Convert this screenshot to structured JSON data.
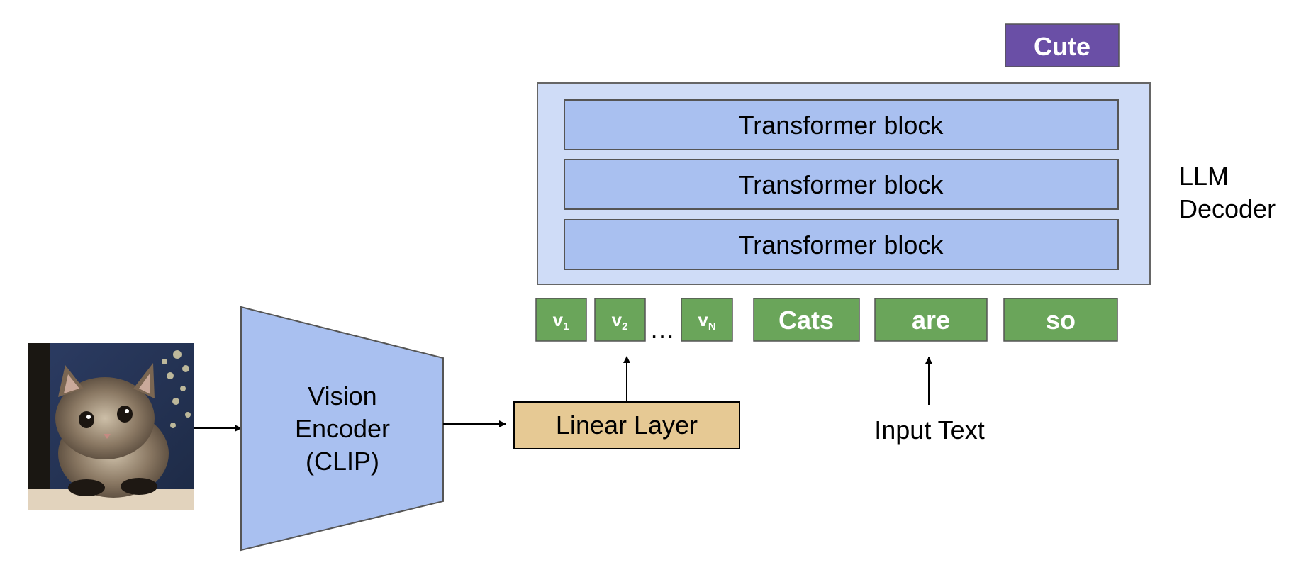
{
  "colors": {
    "block_fill": "#a9c0f0",
    "container_fill": "#cfdcf7",
    "token_fill": "#6aa55a",
    "output_fill": "#6a4fa6",
    "linear_fill": "#e6c994",
    "stroke": "#555555",
    "arrow": "#000000"
  },
  "image": {
    "subject": "kitten photo"
  },
  "encoder": {
    "line1": "Vision",
    "line2": "Encoder",
    "line3": "(CLIP)"
  },
  "linear": {
    "label": "Linear Layer"
  },
  "decoder": {
    "label_line1": "LLM",
    "label_line2": "Decoder",
    "blocks": [
      "Transformer block",
      "Transformer block",
      "Transformer block"
    ]
  },
  "output_token": "Cute",
  "vision_tokens": [
    {
      "base": "v",
      "sub": "1"
    },
    {
      "base": "v",
      "sub": "2"
    },
    {
      "base": "v",
      "sub": "N"
    }
  ],
  "ellipsis": "…",
  "text_tokens": [
    "Cats",
    "are",
    "so"
  ],
  "input_label": "Input Text"
}
